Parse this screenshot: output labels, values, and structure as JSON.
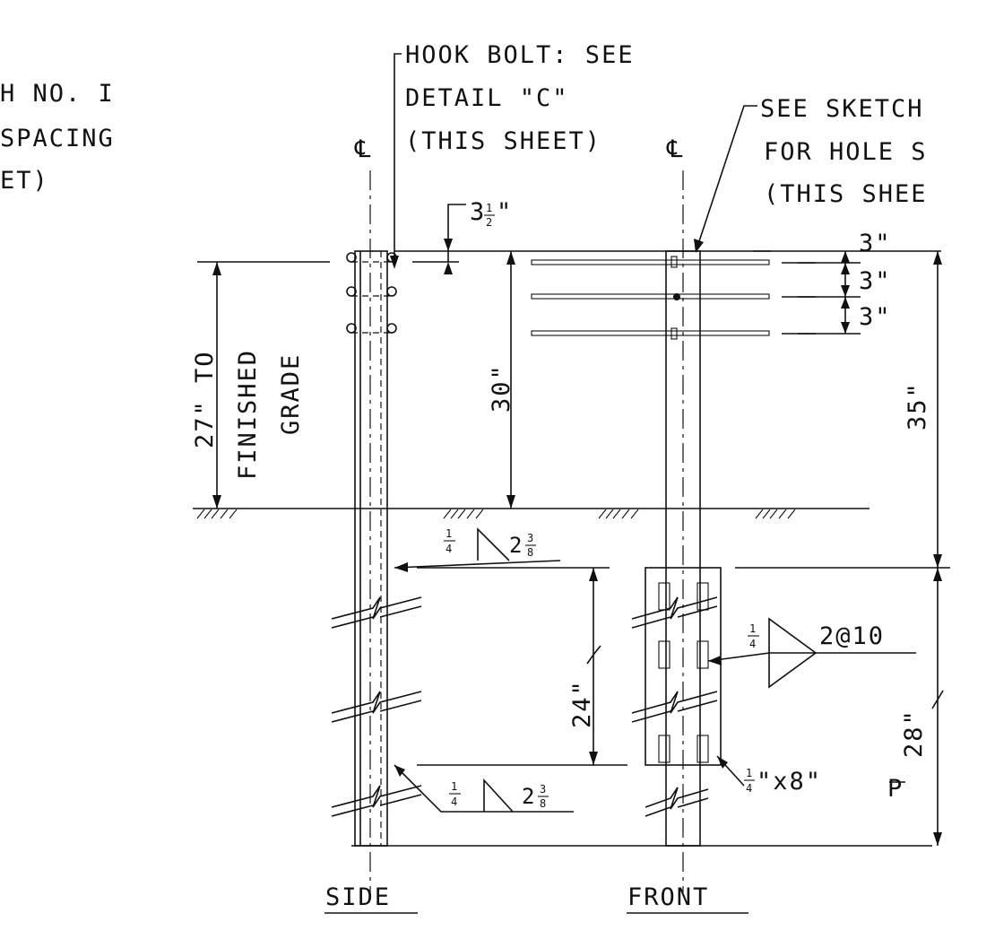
{
  "notes": {
    "left_lines": [
      "H NO. I",
      "SPACING",
      "ET)"
    ],
    "hook_bolt_lines": [
      "HOOK BOLT: SEE",
      "DETAIL \"C\"",
      "(THIS SHEET)"
    ],
    "sketch_lines": [
      "SEE SKETCH",
      "FOR HOLE S",
      "(THIS SHEE"
    ]
  },
  "dimensions": {
    "d_3_half_whole": "3",
    "d_3_half_num": "1",
    "d_3_half_den": "2",
    "d_3_half_unit": "\"",
    "d_30": "30\"",
    "d_27_lines": [
      "27\" TO",
      "FINISHED",
      "GRADE"
    ],
    "d_3a": "3\"",
    "d_3b": "3\"",
    "d_3c": "3\"",
    "d_35": "35\"",
    "d_24": "24\"",
    "d_28": "28\""
  },
  "welds": {
    "top_num": "1",
    "top_den": "4",
    "top_whole": "2",
    "top_fnum": "3",
    "top_fden": "8",
    "bot_num": "1",
    "bot_den": "4",
    "bot_whole": "2",
    "bot_fnum": "3",
    "bot_fden": "8",
    "front_num": "1",
    "front_den": "4",
    "front_text": "2@10",
    "plate_num": "1",
    "plate_den": "4",
    "plate_text": "\"x8\"",
    "plate_symbol": "P"
  },
  "centerline_symbol": "℄",
  "views": {
    "side": "SIDE",
    "front": "FRONT"
  }
}
